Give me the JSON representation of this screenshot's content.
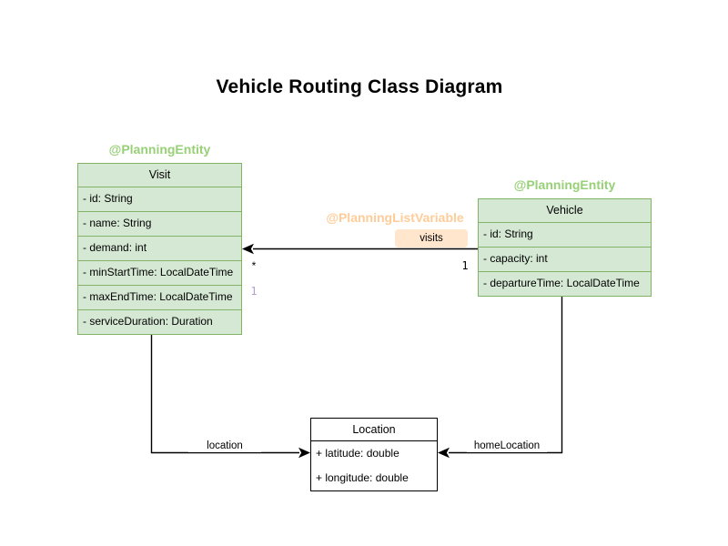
{
  "title": "Vehicle Routing Class Diagram",
  "colors": {
    "green_fill": "#d5e8d4",
    "green_border": "#82b366",
    "green_annotation": "#97d077",
    "orange_annotation": "#ffcc99",
    "orange_label_bg": "#ffe6cc",
    "purple_multiplicity": "#b3a0d0",
    "line": "#000000"
  },
  "classes": {
    "visit": {
      "annotation": "@PlanningEntity",
      "name": "Visit",
      "attributes": [
        "- id: String",
        "- name: String",
        "- demand: int",
        "- minStartTime: LocalDateTime",
        "- maxEndTime: LocalDateTime",
        "- serviceDuration: Duration"
      ]
    },
    "vehicle": {
      "annotation": "@PlanningEntity",
      "name": "Vehicle",
      "attributes": [
        "- id: String",
        "- capacity: int",
        "- departureTime: LocalDateTime"
      ]
    },
    "location": {
      "name": "Location",
      "attributes": [
        "+ latitude: double",
        "+ longitude: double"
      ]
    }
  },
  "relations": {
    "visits": {
      "annotation": "@PlanningListVariable",
      "label": "visits",
      "target_multiplicity": "*",
      "target_multiplicity_secondary": "1",
      "source_multiplicity": "1"
    },
    "location": {
      "label": "location"
    },
    "home_location": {
      "label": "homeLocation"
    }
  }
}
